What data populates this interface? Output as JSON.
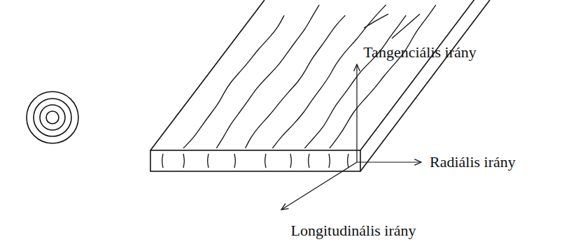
{
  "diagram": {
    "labels": [
      "Tangenciális irány",
      "Radiális irány",
      "Longitudinális irány"
    ]
  }
}
